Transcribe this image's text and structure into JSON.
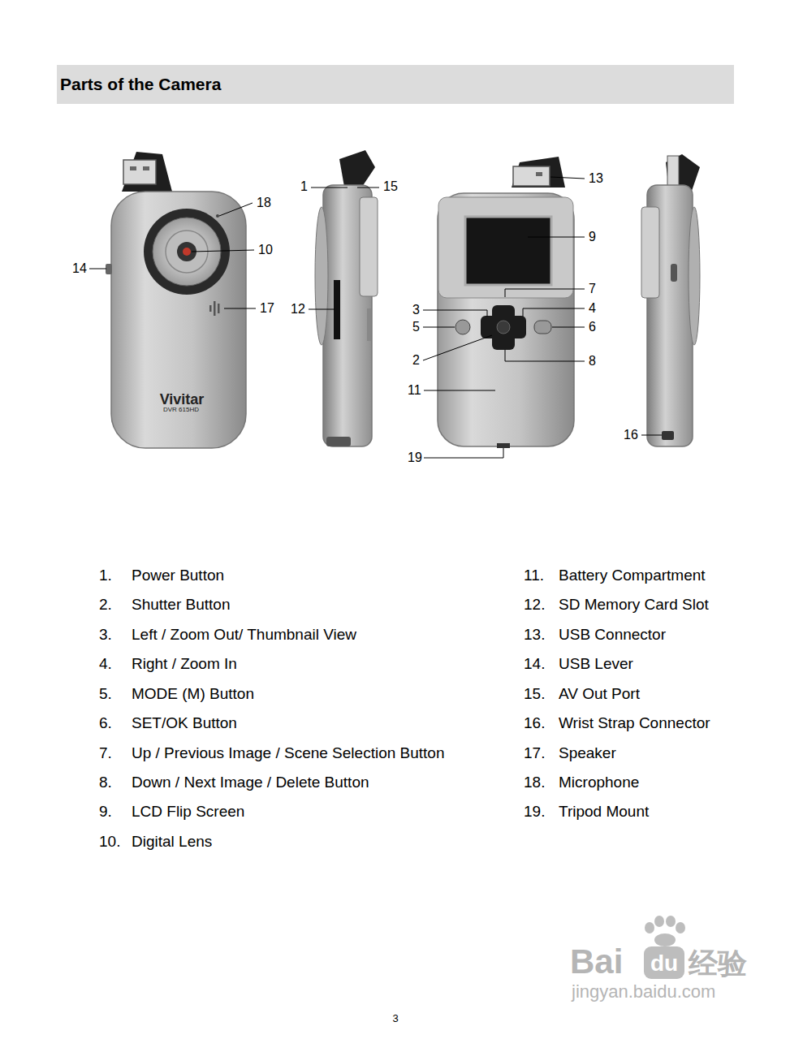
{
  "diagram": {
    "title": "Parts of the Camera",
    "labels": [
      "13",
      "1",
      "15",
      "18",
      "9",
      "10",
      "14",
      "7",
      "17",
      "12",
      "4",
      "3",
      "5",
      "6",
      "2",
      "8",
      "11",
      "16",
      "19",
      "Vivitar",
      "DVR 615HD",
      "1.",
      "Power Button",
      "11.",
      "Battery Compartment",
      "2.",
      "Shutter Button",
      "12.",
      "SD Memory Card Slot",
      "3.",
      "Left / Zoom Out/ Thumbnail View",
      "13.",
      "USB Connector",
      "4.",
      "Right / Zoom In",
      "14.",
      "USB Lever",
      "5.",
      "MODE (M) Button",
      "15.",
      "AV Out Port",
      "6.",
      "SET/OK Button",
      "16.",
      "Wrist Strap Connector",
      "7.",
      "Up / Previous Image / Scene Selection Button",
      "17.",
      "Speaker",
      "8.",
      "Down / Next Image / Delete Button",
      "18.",
      "Microphone",
      "9.",
      "LCD Flip Screen",
      "19.",
      "Tripod Mount",
      "10.",
      "Digital Lens",
      "3",
      "Bai",
      "du",
      "经验",
      "jingyan.baidu.com"
    ]
  }
}
